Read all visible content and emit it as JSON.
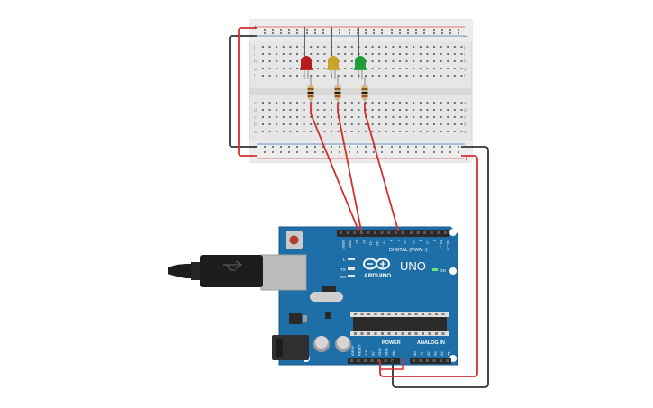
{
  "board": {
    "model": "UNO",
    "brand": "ARDUINO",
    "digital_header": "DIGITAL (PWM~)",
    "power_label": "POWER",
    "analog_label": "ANALOG IN",
    "on_label": "ON",
    "l_label": "L",
    "tx_label": "TX",
    "rx_label": "RX",
    "digital_pins": [
      "AREF",
      "GND",
      "13",
      "12",
      "~11",
      "~10",
      "~9",
      "8",
      "7",
      "~6",
      "~5",
      "4",
      "~3",
      "2",
      "TX→1",
      "RX←0"
    ],
    "power_pins": [
      "IOREF",
      "RESET",
      "3.3V",
      "5V",
      "GND",
      "GND",
      "Vin"
    ],
    "analog_pins": [
      "A0",
      "A1",
      "A2",
      "A3",
      "A4",
      "A5"
    ]
  },
  "breadboard": {
    "row_letters_top": [
      "j",
      "i",
      "h",
      "g",
      "f"
    ],
    "row_letters_bottom": [
      "e",
      "d",
      "c",
      "b",
      "a"
    ],
    "plus": "+",
    "minus": "−"
  },
  "components": {
    "leds": [
      {
        "color_name": "red",
        "color": "#b71c1c"
      },
      {
        "color_name": "yellow",
        "color": "#c9a227"
      },
      {
        "color_name": "green",
        "color": "#1e9e3a"
      }
    ]
  },
  "colors": {
    "board_blue": "#1e6fa8",
    "wire_red": "#d32f2f",
    "wire_black": "#333333",
    "breadboard": "#e9e9e9"
  }
}
